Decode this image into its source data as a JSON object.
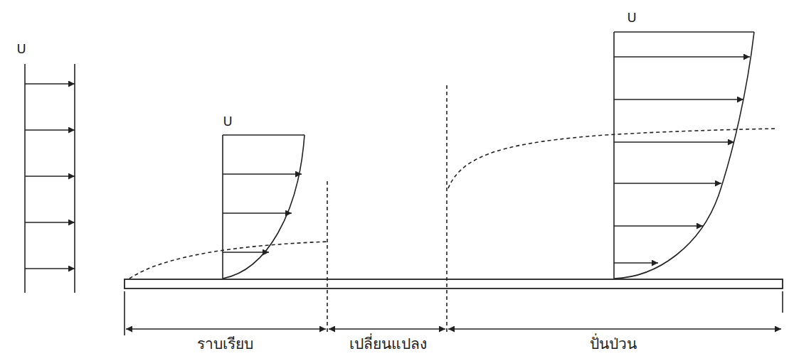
{
  "diagram": {
    "labels": [
      "U",
      "U",
      "U",
      "ราบเรียบ",
      "เปลี่ยนแปลง",
      "ปั่นป่วน"
    ]
  }
}
